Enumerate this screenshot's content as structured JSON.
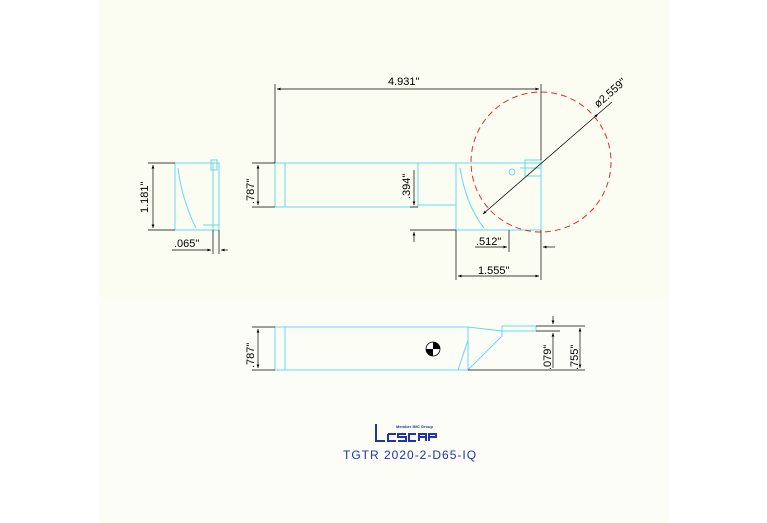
{
  "colors": {
    "background": "#fbfdf3",
    "part": "#66d9ee",
    "dimension": "#000000",
    "cutter_circle": "#e03030",
    "title": "#2233aa"
  },
  "dimensions": {
    "length": "4.931\"",
    "cutter_diameter": "ø2.559\"",
    "side_height": "1.181\"",
    "shank_height_top": ".787\"",
    "step_height": ".394\"",
    "side_thickness": ".065\"",
    "insert_width": ".512\"",
    "insert_length": "1.555\"",
    "shank_height_bottom": ".787\"",
    "blade_offset": ".079\"",
    "blade_height": ".755\""
  },
  "logo": {
    "tagline": "Member IMC Group",
    "icon": "iscar-logo"
  },
  "title_block": {
    "part_number": "TGTR  2020-2-D65-IQ"
  }
}
